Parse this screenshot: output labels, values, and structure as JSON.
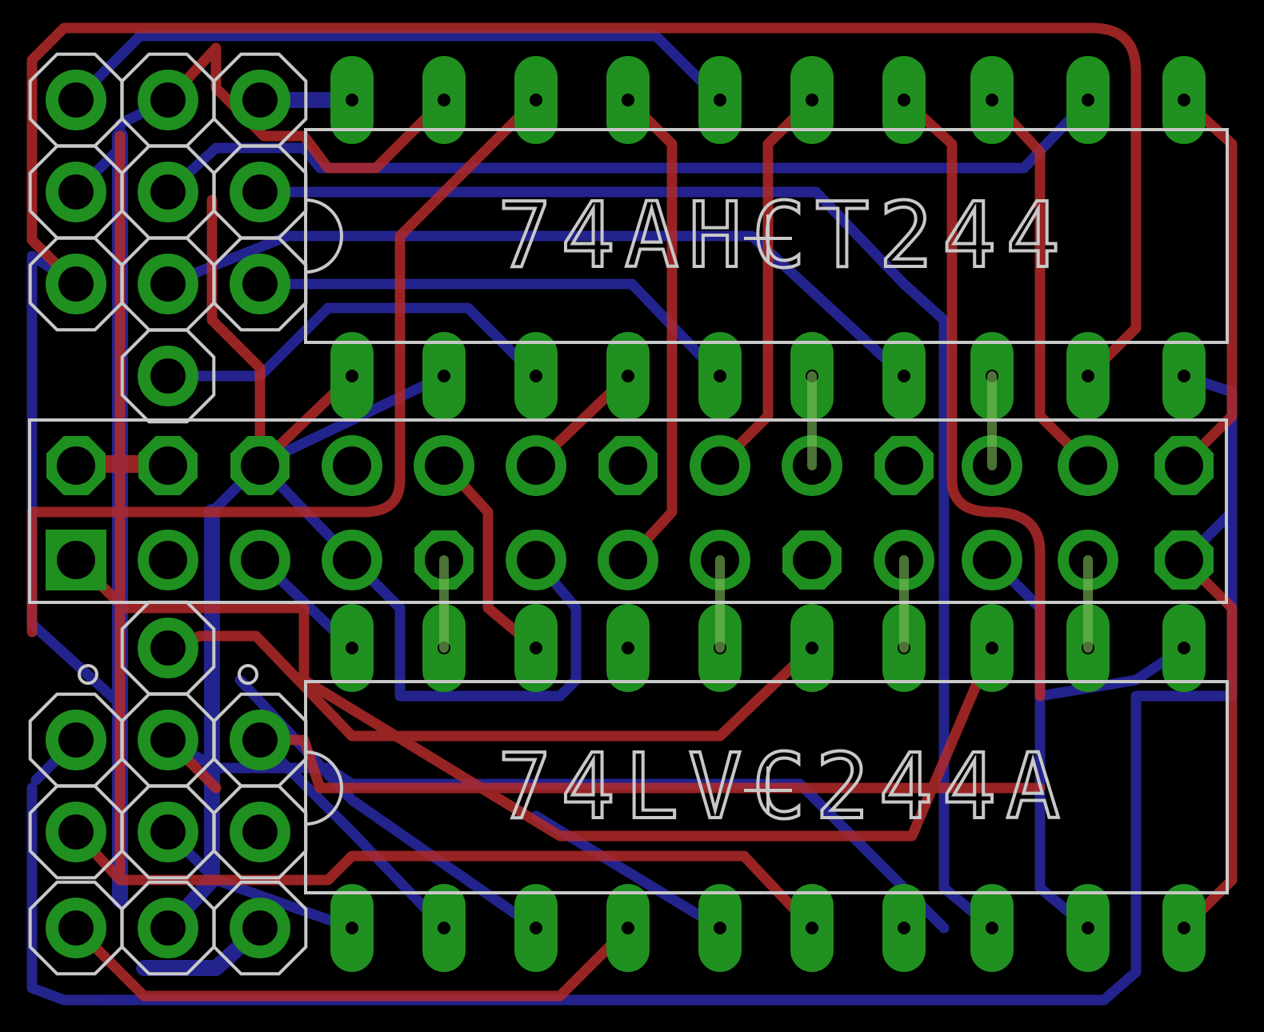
{
  "colors": {
    "background": "#000000",
    "top_copper": "#b22a2a",
    "bottom_copper": "#2a2aa6",
    "pad": "#1f8f1f",
    "silkscreen": "#c8c8c8"
  },
  "chips": [
    {
      "name": "74AHCT244"
    },
    {
      "name": "74LVC244A"
    }
  ],
  "layers": {
    "top": "top-copper",
    "bottom": "bottom-copper",
    "pads": "pads",
    "silk": "silkscreen"
  }
}
